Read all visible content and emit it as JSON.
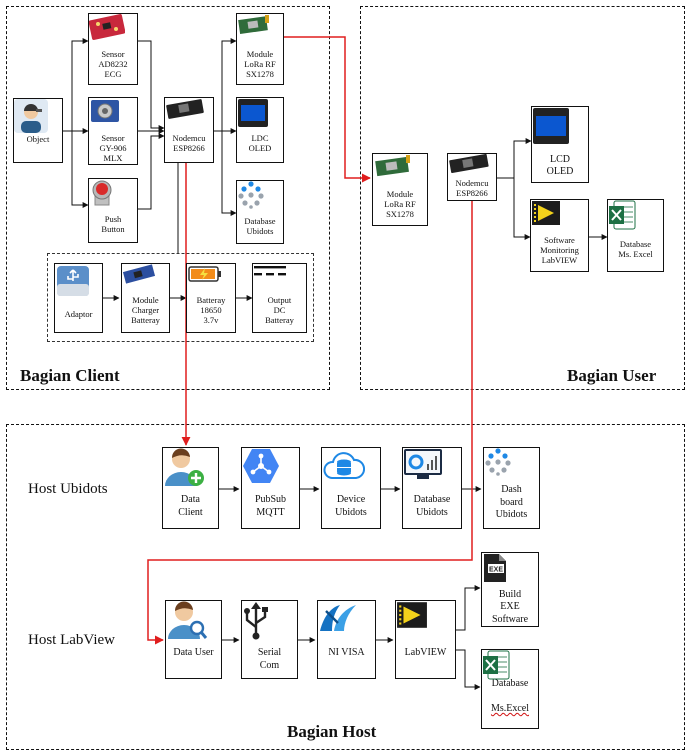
{
  "regions": {
    "client": "Bagian Client",
    "user": "Bagian User",
    "host": "Bagian Host"
  },
  "rows": {
    "ubidots": "Host Ubidots",
    "labview": "Host LabView"
  },
  "client": {
    "object": "Object",
    "sensor_ecg": "Sensor\nAD8232\nECG",
    "sensor_mlx": "Sensor\nGY-906\nMLX",
    "push_button": "Push\nButton",
    "nodemcu": "Nodemcu\nESP8266",
    "lora": "Module\nLoRa RF\nSX1278",
    "ldc_oled": "LDC\nOLED",
    "database_ubidots": "Database\nUbidots",
    "adaptor": "Adaptor",
    "charger": "Module\nCharger\nBatteray",
    "battery": "Batteray\n18650\n3.7v",
    "output_dc": "Output\nDC\nBatteray"
  },
  "user": {
    "lora": "Module\nLoRa RF\nSX1278",
    "nodemcu": "Nodemcu\nESP8266",
    "lcd_oled": "LCD\nOLED",
    "software_monitoring": "Software\nMonitoring\nLabVIEW",
    "database_excel": "Database\nMs. Excel"
  },
  "host": {
    "data_client": "Data\nClient",
    "pubsub": "PubSub\nMQTT",
    "device_ubidots": "Device\nUbidots",
    "database_ubidots": "Database\nUbidots",
    "dashboard": "Dash\nboard\nUbidots",
    "data_user": "Data User",
    "serial_com": "Serial\nCom",
    "ni_visa": "NI VISA",
    "labview": "LabVIEW",
    "build_exe": "Build\nEXE\nSoftware",
    "database_excel_a": "Database",
    "database_excel_b": "Ms.Excel"
  },
  "colors": {
    "link_red": "#e01e1e",
    "line": "#111111",
    "chip_red": "#c8283c",
    "board_dark": "#222222",
    "pcb_green": "#2f6b3a",
    "oled_blue": "#0b57d0",
    "labview_yellow": "#f3d21b",
    "excel_green": "#1d7044",
    "ubidots_blue": "#1e88e5",
    "battery_orange": "#f28c1a"
  }
}
